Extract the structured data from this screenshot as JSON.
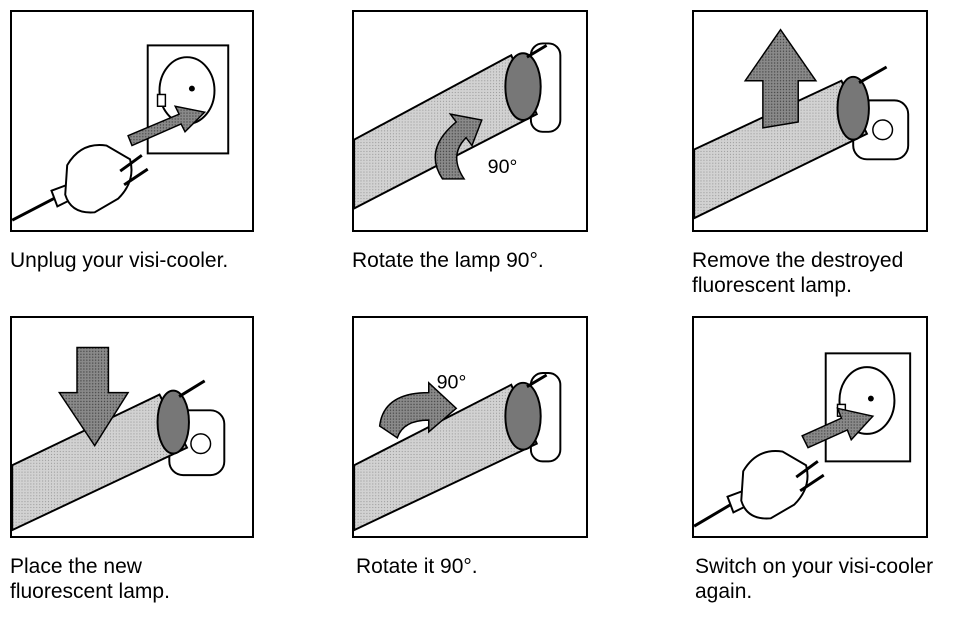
{
  "steps": [
    {
      "caption": "Unplug your visi-cooler."
    },
    {
      "caption": "Rotate the lamp 90°.",
      "angle": "90°"
    },
    {
      "caption": "Remove the destroyed\nfluorescent lamp."
    },
    {
      "caption": "Place the new\nfluorescent lamp."
    },
    {
      "caption": "Rotate it 90°.",
      "angle": "90°"
    },
    {
      "caption": "Switch on your visi-cooler\nagain."
    }
  ],
  "colors": {
    "lamp": "#c8c8c8",
    "arrow": "#8a8a8a",
    "outline": "#000000",
    "cap": "#777777"
  }
}
